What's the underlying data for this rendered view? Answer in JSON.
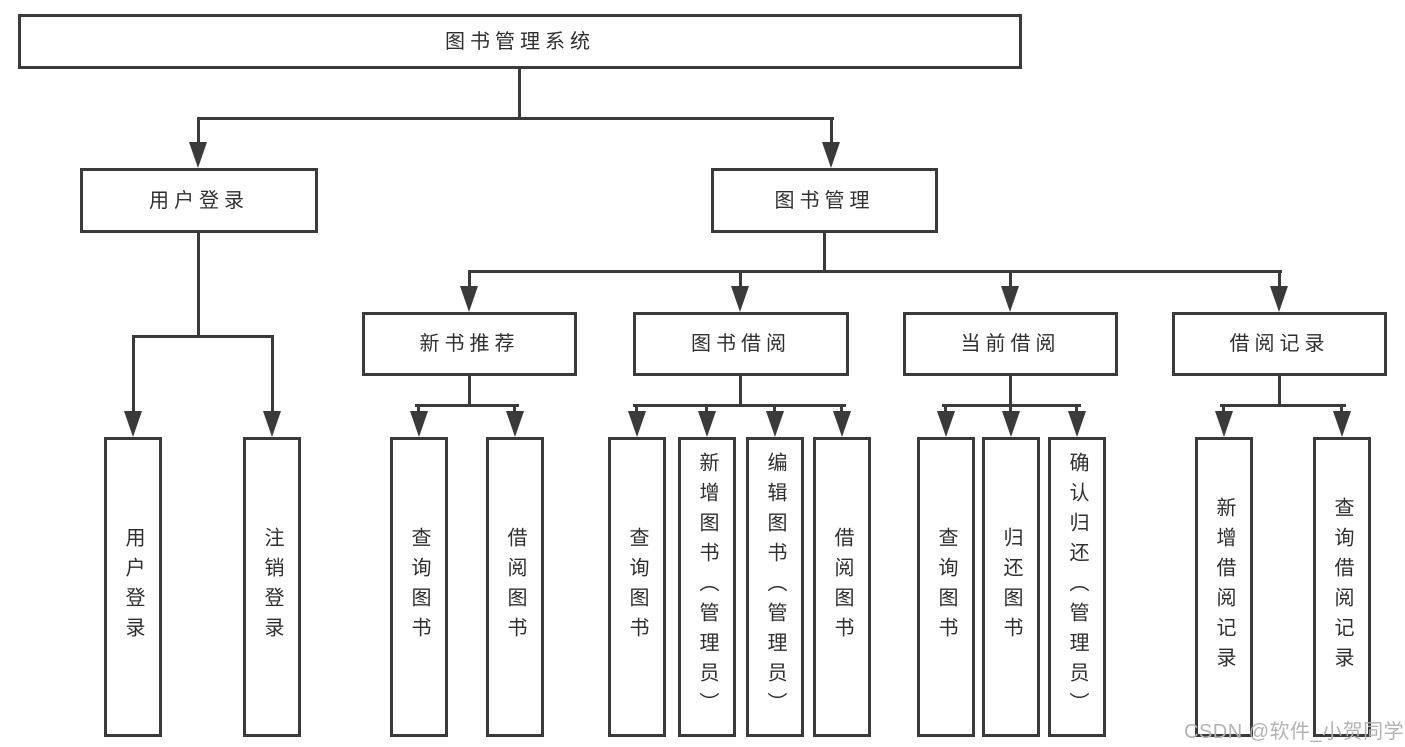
{
  "diagram": {
    "type": "hierarchy-tree",
    "background": "#ffffff",
    "line_color": "#3a3a3a",
    "text_color": "#2f2f2f"
  },
  "tree": {
    "root": "图书管理系统",
    "children": [
      {
        "label": "用户登录",
        "children": [
          "用户登录",
          "注销登录"
        ]
      },
      {
        "label": "图书管理",
        "children": [
          {
            "label": "新书推荐",
            "children": [
              "查询图书",
              "借阅图书"
            ]
          },
          {
            "label": "图书借阅",
            "children": [
              "查询图书",
              "新增图书（管理员）",
              "编辑图书（管理员）",
              "借阅图书"
            ]
          },
          {
            "label": "当前借阅",
            "children": [
              "查询图书",
              "归还图书",
              "确认归还（管理员）"
            ]
          },
          {
            "label": "借阅记录",
            "children": [
              "新增借阅记录",
              "查询借阅记录"
            ]
          }
        ]
      }
    ]
  },
  "watermark": {
    "text": "CSDN @软件_小贺同学",
    "color": "#b3b3b3"
  }
}
